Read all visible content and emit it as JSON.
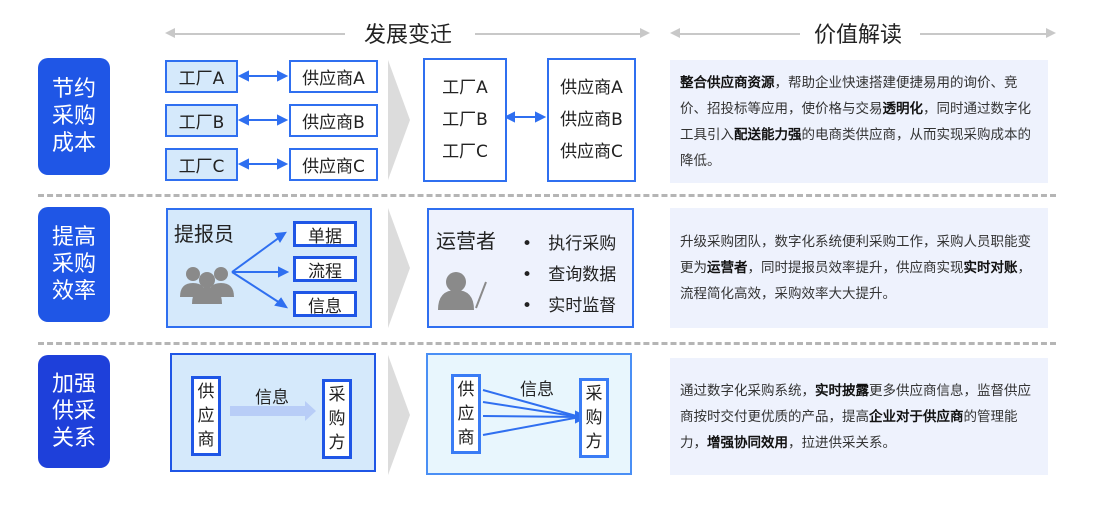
{
  "headers": {
    "evolution": "发展变迁",
    "value": "价值解读"
  },
  "rows": [
    {
      "badge": [
        "节约",
        "采购",
        "成本"
      ],
      "before": {
        "factories": [
          "工厂A",
          "工厂B",
          "工厂C"
        ],
        "suppliers": [
          "供应商A",
          "供应商B",
          "供应商C"
        ]
      },
      "after": {
        "factories": [
          "工厂A",
          "工厂B",
          "工厂C"
        ],
        "suppliers": [
          "供应商A",
          "供应商B",
          "供应商C"
        ]
      },
      "text": [
        {
          "t": "整合供应商资源",
          "b": true
        },
        {
          "t": "，帮助企业快速搭建便捷易用的询价、竞价、招投标等应用，使价格与交易",
          "b": false
        },
        {
          "t": "透明化",
          "b": true
        },
        {
          "t": "，同时通过数字化工具引入",
          "b": false
        },
        {
          "t": "配送能力强",
          "b": true
        },
        {
          "t": "的电商类供应商，从而实现采购成本的降低。",
          "b": false
        }
      ]
    },
    {
      "badge": [
        "提高",
        "采购",
        "效率"
      ],
      "before": {
        "role": "提报员",
        "items": [
          "单据",
          "流程",
          "信息"
        ]
      },
      "after": {
        "role": "运营者",
        "items": [
          "执行采购",
          "查询数据",
          "实时监督"
        ],
        "bullet": "•"
      },
      "text": [
        {
          "t": "升级采购团队，数字化系统便利采购工作，采购人员职能变更为",
          "b": false
        },
        {
          "t": "运营者",
          "b": true
        },
        {
          "t": "，同时提报员效率提升，供应商实现",
          "b": false
        },
        {
          "t": "实时对账",
          "b": true
        },
        {
          "t": "，流程简化高效，采购效率大大提升。",
          "b": false
        }
      ]
    },
    {
      "badge": [
        "加强",
        "供采",
        "关系"
      ],
      "before": {
        "supplier": "供应商",
        "buyer": "采购方",
        "info": "信息"
      },
      "after": {
        "supplier": "供应商",
        "buyer": "采购方",
        "info": "信息"
      },
      "text": [
        {
          "t": "通过数字化采购系统，",
          "b": false
        },
        {
          "t": "实时披露",
          "b": true
        },
        {
          "t": "更多供应商信息，监督供应商按时交付更优质的产品，提高",
          "b": false
        },
        {
          "t": "企业对于供应商",
          "b": true
        },
        {
          "t": "的管理能力，",
          "b": false
        },
        {
          "t": "增强协同效用",
          "b": true
        },
        {
          "t": "，拉进供采关系。",
          "b": false
        }
      ]
    }
  ],
  "colors": {
    "badge": "#1f56e6",
    "border": "#2f6ff0",
    "panel": "#eef2fd",
    "lightbox": "#d5e9fb"
  }
}
